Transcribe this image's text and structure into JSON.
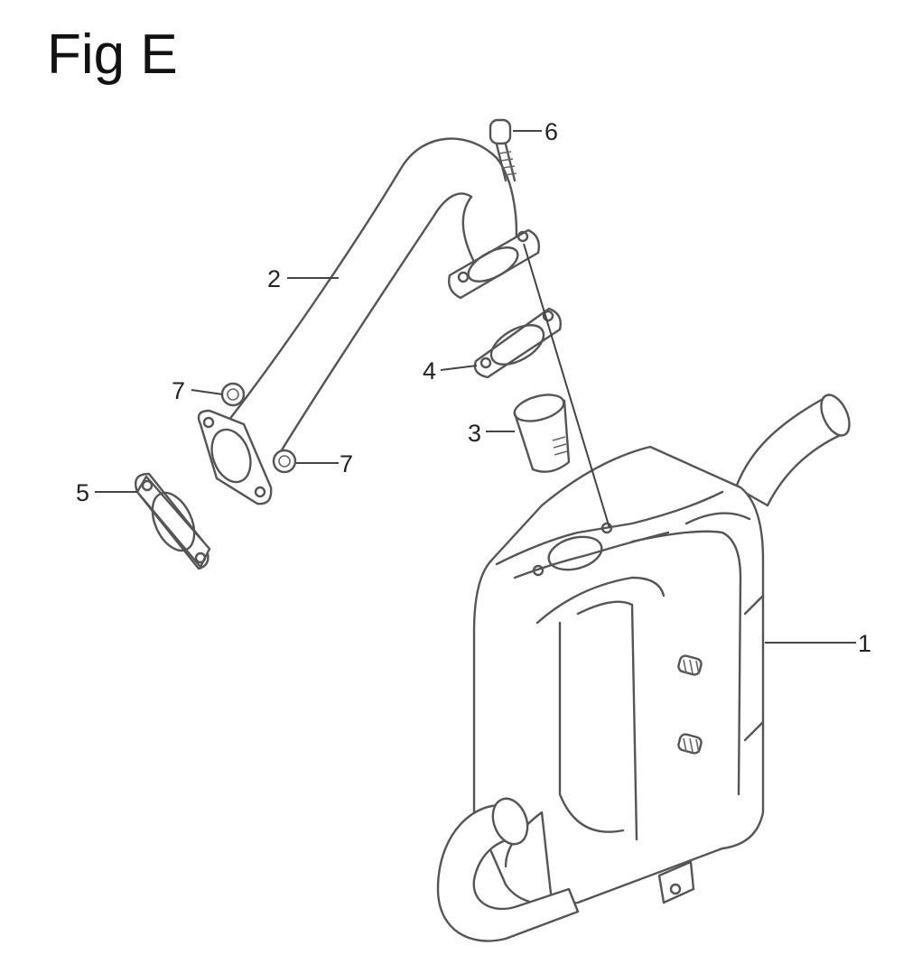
{
  "figure": {
    "title": "Fig E"
  },
  "callouts": [
    {
      "id": "muffler",
      "label": "1"
    },
    {
      "id": "exhaust-pipe",
      "label": "2"
    },
    {
      "id": "collar",
      "label": "3"
    },
    {
      "id": "gasket-upper",
      "label": "4"
    },
    {
      "id": "gasket-lower",
      "label": "5"
    },
    {
      "id": "bolt",
      "label": "6"
    },
    {
      "id": "nut-upper",
      "label": "7"
    },
    {
      "id": "nut-lower",
      "label": "7"
    }
  ]
}
